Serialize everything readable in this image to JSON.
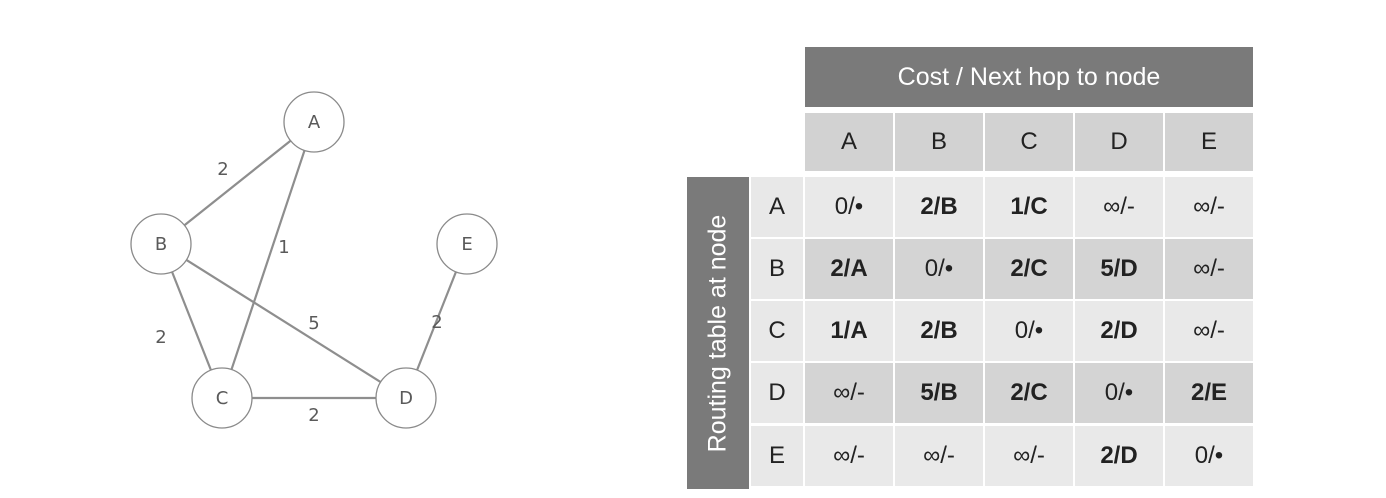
{
  "graph": {
    "nodes": [
      "A",
      "B",
      "C",
      "D",
      "E"
    ],
    "edges": [
      {
        "from": "A",
        "to": "B",
        "weight": "2"
      },
      {
        "from": "A",
        "to": "C",
        "weight": "1"
      },
      {
        "from": "B",
        "to": "C",
        "weight": "2"
      },
      {
        "from": "B",
        "to": "D",
        "weight": "5"
      },
      {
        "from": "C",
        "to": "D",
        "weight": "2"
      },
      {
        "from": "D",
        "to": "E",
        "weight": "2"
      }
    ]
  },
  "table": {
    "header_title": "Cost / Next hop to node",
    "side_title": "Routing table at node",
    "columns": [
      "A",
      "B",
      "C",
      "D",
      "E"
    ],
    "rows": [
      {
        "node": "A",
        "cells": [
          "0/•",
          "2/B",
          "1/C",
          "∞/-",
          "∞/-"
        ],
        "bold": [
          false,
          true,
          true,
          false,
          false
        ]
      },
      {
        "node": "B",
        "cells": [
          "2/A",
          "0/•",
          "2/C",
          "5/D",
          "∞/-"
        ],
        "bold": [
          true,
          false,
          true,
          true,
          false
        ]
      },
      {
        "node": "C",
        "cells": [
          "1/A",
          "2/B",
          "0/•",
          "2/D",
          "∞/-"
        ],
        "bold": [
          true,
          true,
          false,
          true,
          false
        ]
      },
      {
        "node": "D",
        "cells": [
          "∞/-",
          "5/B",
          "2/C",
          "0/•",
          "2/E"
        ],
        "bold": [
          false,
          true,
          true,
          false,
          true
        ]
      },
      {
        "node": "E",
        "cells": [
          "∞/-",
          "∞/-",
          "∞/-",
          "2/D",
          "0/•"
        ],
        "bold": [
          false,
          false,
          false,
          true,
          false
        ]
      }
    ]
  }
}
